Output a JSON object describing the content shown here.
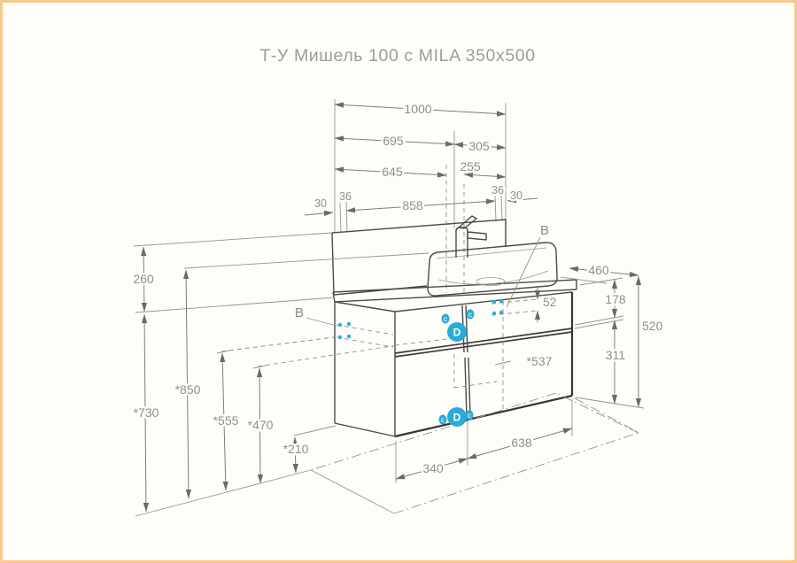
{
  "title": "Т-У Мишель 100 с MILA 350x500",
  "dims": {
    "w_total": "1000",
    "w_left": "695",
    "w_right": "305",
    "w_drain_left": "645",
    "w_drain_right": "255",
    "w_bracket": "858",
    "off_30_left": "30",
    "off_36_left": "36",
    "off_36_right": "36",
    "off_30_right": "30",
    "h_splash": "260",
    "h_850": "*850",
    "h_730": "*730",
    "h_555": "*555",
    "h_470": "*470",
    "h_210": "*210",
    "depth": "460",
    "h_total": "520",
    "h_drawer_top": "178",
    "h_drawer_bottom": "311",
    "hole_gap": "52",
    "h_537": "*537",
    "w_module_left": "340",
    "w_module_right": "638"
  },
  "markers": {
    "b": "B",
    "d": "D",
    "c": "c"
  },
  "colors": {
    "accent_blue": "#29abd8",
    "dot_blue": "#27aee2",
    "frame_orange": "#f6c78f",
    "line_gray": "#7d7d7d",
    "text_gray": "#8f8f8f",
    "background": "#fffdf7"
  }
}
